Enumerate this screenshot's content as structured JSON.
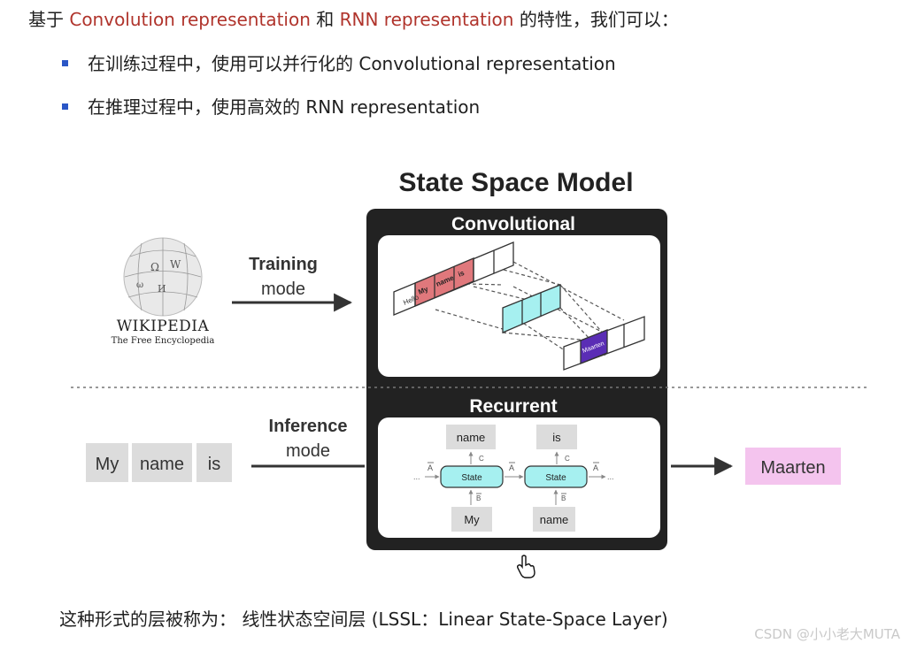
{
  "intro": {
    "prefix": "基于 ",
    "conv": "Convolution representation",
    "and": " 和 ",
    "rnn": "RNN representation",
    "suffix": " 的特性，我们可以："
  },
  "bullets": [
    "在训练过程中，使用可以并行化的 Convolutional representation",
    "在推理过程中，使用高效的 RNN representation"
  ],
  "figure": {
    "title": "State Space Model",
    "wiki": {
      "name": "WIKIPEDIA",
      "tagline": "The Free Encyclopedia"
    },
    "training": {
      "line1": "Training",
      "line2": "mode"
    },
    "inference": {
      "line1": "Inference",
      "line2": "mode"
    },
    "conv_panel": {
      "title": "Convolutional",
      "tokens": [
        "Hello",
        "My",
        "name",
        "is"
      ],
      "output": "Maarten"
    },
    "rec_panel": {
      "title": "Recurrent",
      "outputs": [
        "name",
        "is"
      ],
      "inputs": [
        "My",
        "name"
      ],
      "state": "State",
      "a_label": "A",
      "b_label": "B",
      "c_label": "C",
      "dots": "..."
    },
    "input_tokens": [
      "My",
      "name",
      "is"
    ],
    "output_token": "Maarten",
    "colors": {
      "red": "#e0787c",
      "cyan": "#a6f0f0",
      "purple": "#5a2db5",
      "pink": "#f4c4ee",
      "gray_token": "#dcdcdc",
      "dark": "#222222"
    }
  },
  "footer": "这种形式的层被称为：  线性状态空间层 (LSSL：Linear State-Space Layer)",
  "watermark": "CSDN @小小老大MUTA"
}
